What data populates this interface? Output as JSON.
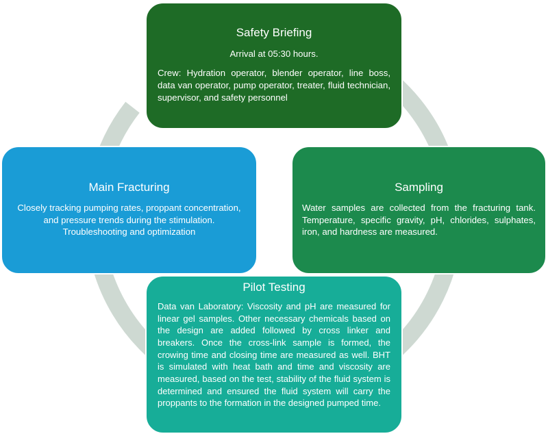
{
  "colors": {
    "ring": "#ced9d2",
    "safety": "#1e6b26",
    "sampling": "#1c8a4d",
    "main": "#1a9cd6",
    "pilot": "#17ad98"
  },
  "safety": {
    "title": "Safety Briefing",
    "arrival": "Arrival at 05:30 hours.",
    "crew": "Crew: Hydration operator, blender operator, line boss, data van operator, pump operator, treater, fluid technician, supervisor, and safety personnel"
  },
  "sampling": {
    "title": "Sampling",
    "text": "Water samples are collected from the fracturing tank. Temperature, specific gravity, pH, chlorides, sulphates, iron, and hardness are measured."
  },
  "main": {
    "title": "Main Fracturing",
    "text": "Closely tracking pumping rates, proppant concentration, and pressure trends during the stimulation. Troubleshooting and optimization"
  },
  "pilot": {
    "title": "Pilot Testing",
    "text": "Data van Laboratory:  Viscosity and pH are measured for linear gel samples. Other necessary chemicals based on the design are added followed by cross linker and breakers. Once the cross-link sample is formed, the crowing time and closing time are measured as well.  BHT is simulated with heat bath and time and viscosity are  measured, based on the test, stability of the fluid  system is determined and ensured the fluid system will carry the proppants to the formation in the designed pumped time."
  }
}
